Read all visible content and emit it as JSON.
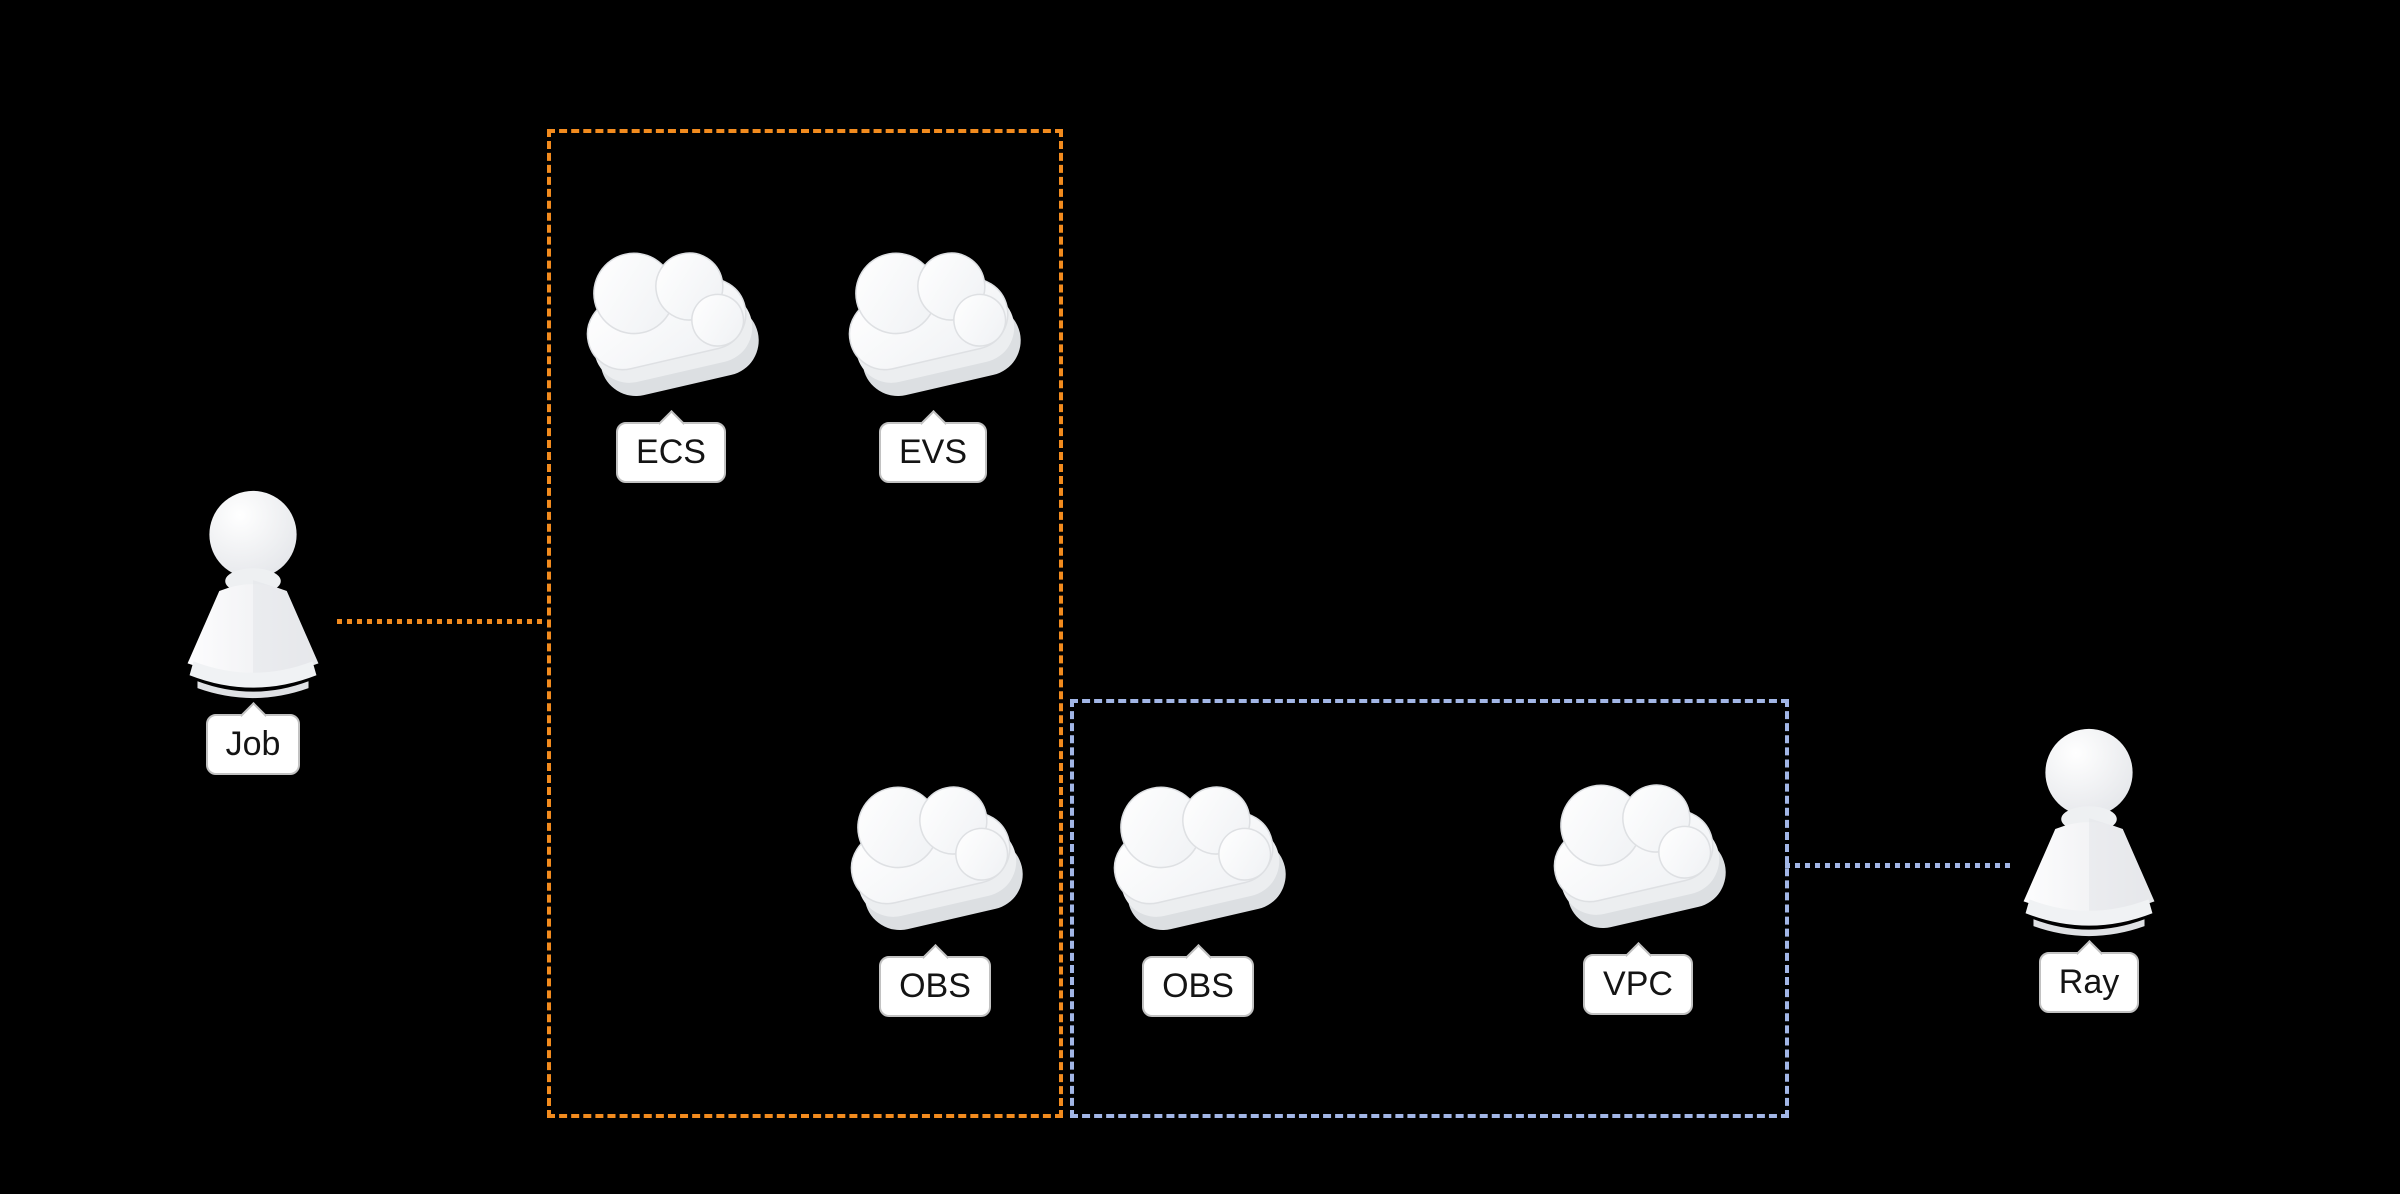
{
  "diagram": {
    "background_color": "#000000",
    "groups": {
      "orange": {
        "name": "compute-group",
        "border_color": "#F28B1E",
        "style": "dashed"
      },
      "blue": {
        "name": "network-group",
        "border_color": "#A2B6E6",
        "style": "dashed"
      }
    },
    "nodes": {
      "ecs": {
        "label": "ECS",
        "icon": "cloud-3d-icon",
        "group": "orange"
      },
      "evs": {
        "label": "EVS",
        "icon": "cloud-3d-icon",
        "group": "orange"
      },
      "obs_compute": {
        "label": "OBS",
        "icon": "cloud-3d-icon",
        "group": "orange"
      },
      "obs_data": {
        "label": "OBS",
        "icon": "cloud-3d-icon",
        "group": "blue"
      },
      "vpc": {
        "label": "VPC",
        "icon": "cloud-3d-icon",
        "group": "blue"
      },
      "job": {
        "label": "Job",
        "icon": "pawn-figure-icon",
        "group": null
      },
      "ray": {
        "label": "Ray",
        "icon": "pawn-figure-icon",
        "group": null
      }
    },
    "connectors": [
      {
        "from": "job",
        "to": "compute-group",
        "color": "#F28B1E",
        "style": "dotted"
      },
      {
        "from": "network-group",
        "to": "ray",
        "color": "#A2B6E6",
        "style": "dotted"
      }
    ]
  }
}
